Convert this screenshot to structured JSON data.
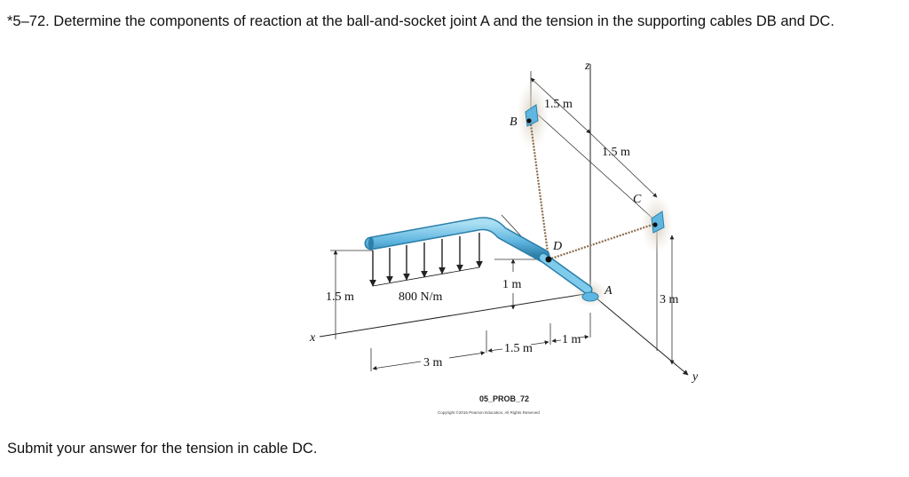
{
  "question": "*5–72. Determine the components of reaction at the ball-and-socket joint A and the tension in the supporting cables DB and DC.",
  "footer": "Submit your answer for the tension in cable DC.",
  "figure": {
    "caption": "05_PROB_72",
    "copyright": "Copyright ©2016 Pearson Education, All Rights Reserved",
    "axis_x": "x",
    "axis_y": "y",
    "axis_z": "z",
    "point_a": "A",
    "point_b": "B",
    "point_c": "C",
    "point_d": "D",
    "load": "800 N/m",
    "dim_top_b": "1.5 m",
    "dim_top_c": "1.5 m",
    "dim_right_height": "3 m",
    "dim_left_height": "1.5 m",
    "dim_drop": "1 m",
    "dim_bottom_3m": "3 m",
    "dim_bottom_15m": "1.5 m",
    "dim_bottom_1m": "1 m"
  },
  "colors": {
    "pipe": "#6fc3e6",
    "pipe_dark": "#2c8bb8",
    "cable": "#8a6b4a",
    "bracket": "#5fb6e0"
  }
}
